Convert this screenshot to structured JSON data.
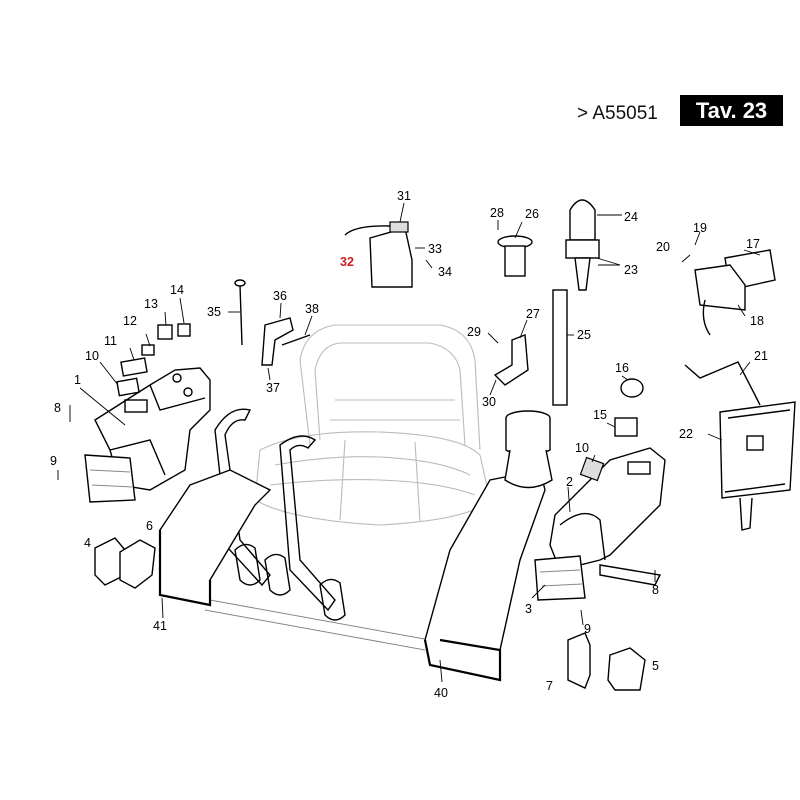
{
  "header": {
    "code": "> A55051",
    "table": "Tav. 23"
  },
  "callouts": [
    {
      "id": "c1",
      "text": "1"
    },
    {
      "id": "c2",
      "text": "2"
    },
    {
      "id": "c3",
      "text": "3"
    },
    {
      "id": "c4",
      "text": "4"
    },
    {
      "id": "c5",
      "text": "5"
    },
    {
      "id": "c6",
      "text": "6"
    },
    {
      "id": "c7",
      "text": "7"
    },
    {
      "id": "c8a",
      "text": "8"
    },
    {
      "id": "c8b",
      "text": "8"
    },
    {
      "id": "c9a",
      "text": "9"
    },
    {
      "id": "c9b",
      "text": "9"
    },
    {
      "id": "c10a",
      "text": "10"
    },
    {
      "id": "c10b",
      "text": "10"
    },
    {
      "id": "c11",
      "text": "11"
    },
    {
      "id": "c12",
      "text": "12"
    },
    {
      "id": "c13",
      "text": "13"
    },
    {
      "id": "c14",
      "text": "14"
    },
    {
      "id": "c15",
      "text": "15"
    },
    {
      "id": "c16",
      "text": "16"
    },
    {
      "id": "c17",
      "text": "17"
    },
    {
      "id": "c18",
      "text": "18"
    },
    {
      "id": "c19",
      "text": "19"
    },
    {
      "id": "c20",
      "text": "20"
    },
    {
      "id": "c21",
      "text": "21"
    },
    {
      "id": "c22",
      "text": "22"
    },
    {
      "id": "c23",
      "text": "23"
    },
    {
      "id": "c24",
      "text": "24"
    },
    {
      "id": "c25",
      "text": "25"
    },
    {
      "id": "c26",
      "text": "26"
    },
    {
      "id": "c27",
      "text": "27"
    },
    {
      "id": "c28",
      "text": "28"
    },
    {
      "id": "c29",
      "text": "29"
    },
    {
      "id": "c30",
      "text": "30"
    },
    {
      "id": "c31",
      "text": "31"
    },
    {
      "id": "c32",
      "text": "32",
      "highlight": true
    },
    {
      "id": "c33",
      "text": "33"
    },
    {
      "id": "c34",
      "text": "34"
    },
    {
      "id": "c35",
      "text": "35"
    },
    {
      "id": "c36",
      "text": "36"
    },
    {
      "id": "c37",
      "text": "37"
    },
    {
      "id": "c38",
      "text": "38"
    },
    {
      "id": "c40",
      "text": "40"
    },
    {
      "id": "c41",
      "text": "41"
    }
  ],
  "colors": {
    "highlight": "#cc1f1f",
    "ink": "#000000",
    "header_bg": "#000000"
  }
}
